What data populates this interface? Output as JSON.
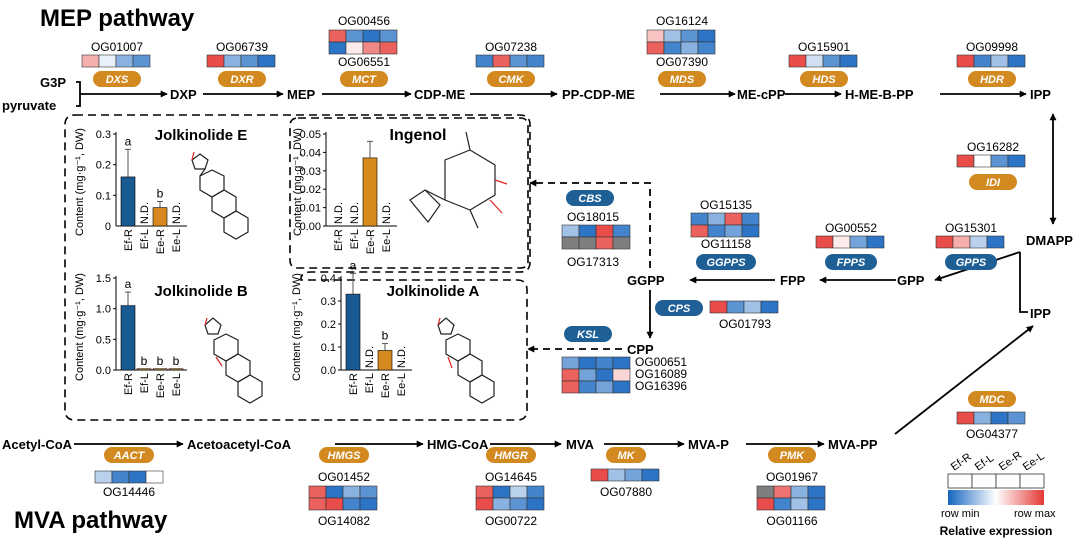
{
  "titles": {
    "mep": "MEP pathway",
    "mva": "MVA pathway"
  },
  "colors": {
    "enzyme_orange": "#d2891f",
    "enzyme_blue": "#1e5f96",
    "bar_blue": "#1a5a92",
    "bar_orange": "#d68a1e",
    "bond_red": "#dd2222",
    "expr_min": "#1565c0",
    "expr_mid": "#ffffff",
    "expr_max": "#e53935",
    "na_gray": "#7f7f7f"
  },
  "metabolites": {
    "g3p": "G3P",
    "pyruvate": "pyruvate",
    "dxp": "DXP",
    "mep": "MEP",
    "cdpme": "CDP-ME",
    "ppcdpme": "PP-CDP-ME",
    "mecpp": "ME-cPP",
    "hmebpp": "H-ME-B-PP",
    "ipp_top": "IPP",
    "dmapp": "DMAPP",
    "gpp": "GPP",
    "fpp": "FPP",
    "ggpp": "GGPP",
    "cpp": "CPP",
    "ipp_mid": "IPP",
    "acetylcoa": "Acetyl-CoA",
    "acetoacetylcoa": "Acetoacetyl-CoA",
    "hmgcoa": "HMG-CoA",
    "mva": "MVA",
    "mvap": "MVA-P",
    "mvapp": "MVA-PP"
  },
  "enzymes": {
    "dxs": "DXS",
    "dxr": "DXR",
    "mct": "MCT",
    "cmk": "CMK",
    "mds": "MDS",
    "hds": "HDS",
    "hdr": "HDR",
    "idi": "IDI",
    "gpps": "GPPS",
    "fpps": "FPPS",
    "ggpps": "GGPPS",
    "cbs": "CBS",
    "cps": "CPS",
    "ksl": "KSL",
    "aact": "AACT",
    "hmgs": "HMGS",
    "hmgr": "HMGR",
    "mk": "MK",
    "pmk": "PMK",
    "mdc": "MDC"
  },
  "genes": {
    "og01007": "OG01007",
    "og06739": "OG06739",
    "og00456": "OG00456",
    "og06551": "OG06551",
    "og07238": "OG07238",
    "og16124": "OG16124",
    "og07390": "OG07390",
    "og15901": "OG15901",
    "og09998": "OG09998",
    "og16282": "OG16282",
    "og15135": "OG15135",
    "og11158": "OG11158",
    "og00552": "OG00552",
    "og15301": "OG15301",
    "og18015": "OG18015",
    "og17313": "OG17313",
    "og01793": "OG01793",
    "og00651": "OG00651",
    "og16089": "OG16089",
    "og16396": "OG16396",
    "og04377": "OG04377",
    "og14446": "OG14446",
    "og01452": "OG01452",
    "og14082": "OG14082",
    "og14645": "OG14645",
    "og00722": "OG00722",
    "og07880": "OG07880",
    "og01967": "OG01967",
    "og01166": "OG01166"
  },
  "legend": {
    "samples": [
      "Ef-R",
      "Ef-L",
      "Ee-R",
      "Ee-L"
    ],
    "row_min": "row min",
    "row_max": "row max",
    "title": "Relative expression"
  },
  "heatmaps": {
    "og01007": [
      [
        0.7,
        0.45,
        0.25,
        0.15
      ]
    ],
    "og06739": [
      [
        0.95,
        0.25,
        0.15,
        0.05
      ]
    ],
    "og00456_06551": [
      [
        0.9,
        0.15,
        0.05,
        0.15
      ],
      [
        0.05,
        0.55,
        0.8,
        0.9
      ]
    ],
    "og07238": [
      [
        0.1,
        0.9,
        0.15,
        0.1
      ]
    ],
    "og16124_07390": [
      [
        0.65,
        0.3,
        0.15,
        0.05
      ],
      [
        0.9,
        0.1,
        0.25,
        0.1
      ]
    ],
    "og15901": [
      [
        0.95,
        0.4,
        0.15,
        0.05
      ]
    ],
    "og09998": [
      [
        0.95,
        0.1,
        0.3,
        0.05
      ]
    ],
    "og16282": [
      [
        0.95,
        0.5,
        0.15,
        0.05
      ]
    ],
    "og15135_11158": [
      [
        0.1,
        0.25,
        0.9,
        0.1
      ],
      [
        0.9,
        0.1,
        0.2,
        0.05
      ]
    ],
    "og00552": [
      [
        0.95,
        0.55,
        0.2,
        0.05
      ]
    ],
    "og15301": [
      [
        0.95,
        0.7,
        0.35,
        0.05
      ]
    ],
    "og18015_17313": [
      [
        0.3,
        0.05,
        0.95,
        0.1
      ],
      [
        null,
        null,
        0.9,
        null
      ]
    ],
    "og01793": [
      [
        0.95,
        0.15,
        0.3,
        0.05
      ]
    ],
    "og00651_16089_16396": [
      [
        0.2,
        0.05,
        0.1,
        0.05
      ],
      [
        0.9,
        0.2,
        0.05,
        0.6
      ],
      [
        0.9,
        0.1,
        0.2,
        0.05
      ]
    ],
    "og04377": [
      [
        0.95,
        0.25,
        0.05,
        0.15
      ]
    ],
    "og14446": [
      [
        0.35,
        0.1,
        0.05,
        0.5
      ]
    ],
    "og01452_14082": [
      [
        0.9,
        0.05,
        0.25,
        0.15
      ],
      [
        0.9,
        0.95,
        0.1,
        0.05
      ]
    ],
    "og14645_00722": [
      [
        0.9,
        0.05,
        0.35,
        0.1
      ],
      [
        0.95,
        0.25,
        0.15,
        0.05
      ]
    ],
    "og07880": [
      [
        0.95,
        0.3,
        0.2,
        0.05
      ]
    ],
    "og01967_01166": [
      [
        null,
        0.85,
        0.25,
        0.05
      ],
      [
        0.95,
        0.1,
        0.3,
        0.05
      ]
    ]
  },
  "panels": {
    "ylabel": "Content (mg·g⁻¹, DW)",
    "jolkinolide_e": {
      "title": "Jolkinolide E",
      "categories": [
        "Ef-R",
        "Ef-L",
        "Ee-R",
        "Ee-L"
      ],
      "values": [
        0.16,
        0,
        0.06,
        0
      ],
      "errors": [
        0.09,
        0,
        0.02,
        0
      ],
      "ticks": [
        "0.1",
        "0.2",
        "0.3"
      ],
      "tick_values": [
        0.1,
        0.2,
        0.3
      ],
      "zero": "0",
      "ylim": [
        0,
        0.3
      ],
      "letters": [
        "a",
        "",
        "b",
        ""
      ],
      "nd": [
        "",
        "N.D.",
        "",
        "N.D."
      ]
    },
    "ingenol": {
      "title": "Ingenol",
      "categories": [
        "Ef-R",
        "Ef-L",
        "Ee-R",
        "Ee-L"
      ],
      "values": [
        0,
        0,
        0.037,
        0
      ],
      "errors": [
        0,
        0,
        0.009,
        0
      ],
      "ticks": [
        "0.00",
        "0.01",
        "0.02",
        "0.03",
        "0.04",
        "0.05"
      ],
      "tick_values": [
        0,
        0.01,
        0.02,
        0.03,
        0.04,
        0.05
      ],
      "ylim": [
        0,
        0.05
      ],
      "nd": [
        "N.D.",
        "N.D.",
        "",
        "N.D."
      ]
    },
    "jolkinolide_b": {
      "title": "Jolkinolide B",
      "categories": [
        "Ef-R",
        "Ef-L",
        "Ee-R",
        "Ee-L"
      ],
      "values": [
        1.05,
        0.02,
        0.02,
        0.02
      ],
      "errors": [
        0.22,
        0,
        0,
        0
      ],
      "ticks": [
        "0.0",
        "0.5",
        "1.0",
        "1.5"
      ],
      "tick_values": [
        0,
        0.5,
        1.0,
        1.5
      ],
      "ylim": [
        0,
        1.5
      ],
      "letters": [
        "a",
        "b",
        "b",
        "b"
      ]
    },
    "jolkinolide_a": {
      "title": "Jolkinolide A",
      "categories": [
        "Ef-R",
        "Ef-L",
        "Ee-R",
        "Ee-L"
      ],
      "values": [
        0.33,
        0,
        0.085,
        0
      ],
      "errors": [
        0.09,
        0,
        0.03,
        0
      ],
      "ticks": [
        "0.0",
        "0.1",
        "0.2",
        "0.3",
        "0.4"
      ],
      "tick_values": [
        0,
        0.1,
        0.2,
        0.3,
        0.4
      ],
      "ylim": [
        0,
        0.4
      ],
      "letters": [
        "a",
        "",
        "b",
        ""
      ],
      "nd": [
        "",
        "N.D.",
        "",
        "N.D."
      ]
    }
  }
}
